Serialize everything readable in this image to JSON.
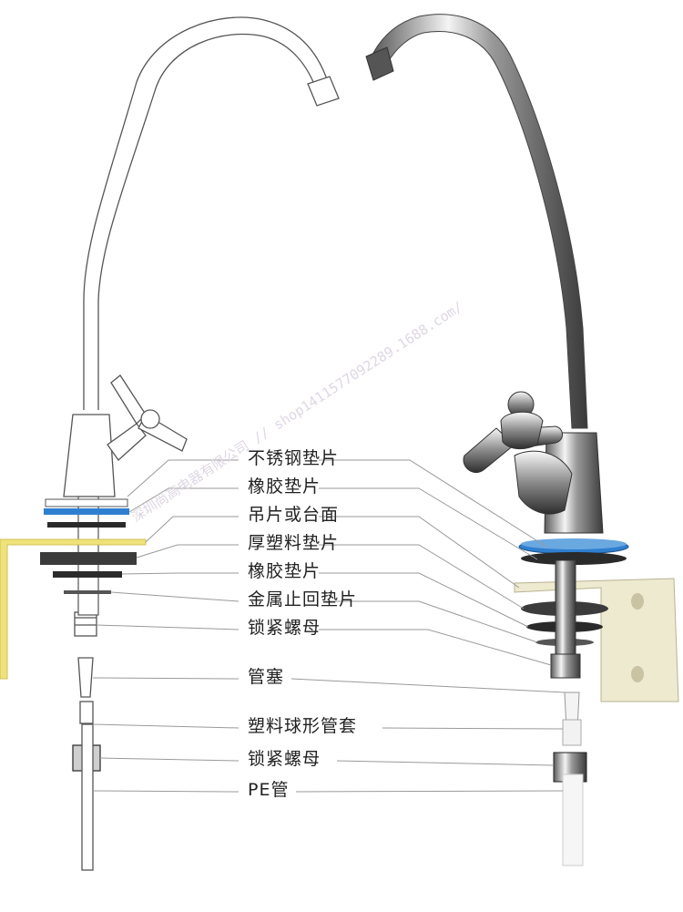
{
  "labels": [
    "不锈钢垫片",
    "橡胶垫片",
    "吊片或台面",
    "厚塑料垫片",
    "橡胶垫片",
    "金属止回垫片",
    "锁紧螺母",
    "管塞",
    "塑料球形管套",
    "锁紧螺母",
    "PE管"
  ],
  "watermark": "深圳尚高电器有限公司 // shop1411577092289.1688.com/",
  "colors": {
    "blue_washer": "#2f7fd0",
    "yellow_bracket": "#f0e27a",
    "bracket_plate": "#eeead0",
    "chrome_dark": "#3a3a3a",
    "line": "#9a9a9a"
  }
}
